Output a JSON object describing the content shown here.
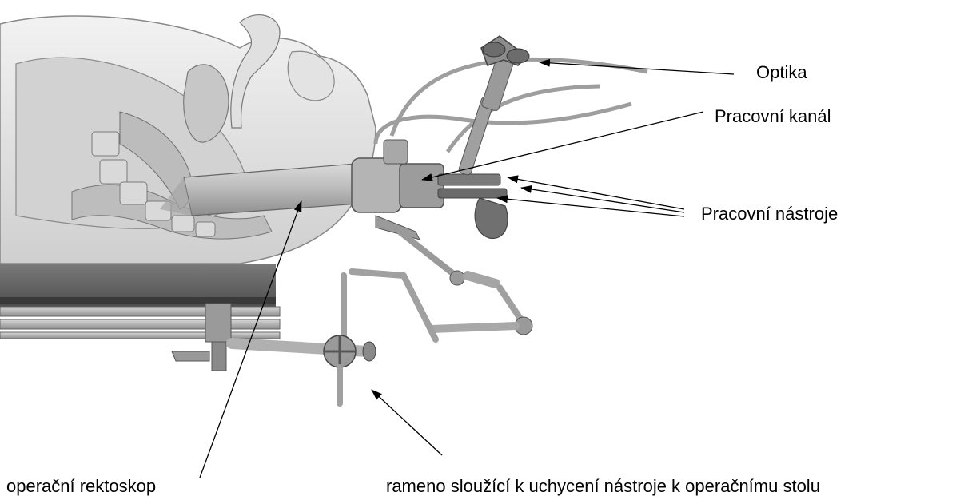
{
  "labels": {
    "optika": "Optika",
    "pracovni_kanal": "Pracovní kanál",
    "pracovni_nastroje": "Pracovní nástroje",
    "operacni_rektoskop": "operační rektoskop",
    "rameno": "rameno sloužící k uchycení nástroje k operačnímu stolu"
  },
  "colors": {
    "skin": "#e8e8e8",
    "tissue_dark": "#b5b5b5",
    "metal": "#a8a8a8",
    "metal_dark": "#6f6f6f",
    "outline": "#555555",
    "arrow": "#000000"
  }
}
